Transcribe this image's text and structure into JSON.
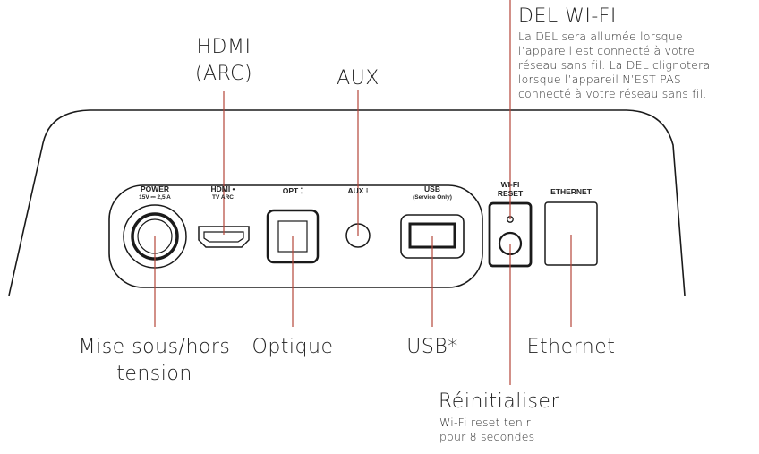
{
  "callouts": {
    "hdmi_arc": "HDMI\n(ARC)",
    "aux": "AUX",
    "led_title": "DEL WI-FI",
    "led_desc": "La DEL sera allumée lorsque\nl’appareil est connecté à votre\nréseau sans fil. La DEL clignotera\nlorsque l’appareil N’EST PAS\nconnecté à votre réseau sans fil.",
    "power": "Mise sous/hors\ntension",
    "optical": "Optique",
    "usb": "USB*",
    "ethernet": "Ethernet",
    "reset_title": "Réinitialiser",
    "reset_desc": "Wi-Fi reset tenir\npour 8 secondes"
  },
  "panel_labels": {
    "power": "POWER",
    "power_rating": "15V ⎓ 2,5 A",
    "hdmi": "HDMI •",
    "hdmi_sub": "TV ARC",
    "opt": "OPT ⁚",
    "aux": "AUX ⁝",
    "usb": "USB",
    "usb_sub": "(Service Only)",
    "wifi": "WI-FI",
    "wifi_sub": "RESET",
    "ethernet": "ETHERNET"
  },
  "colors": {
    "leader_line": "#b5453a",
    "outline": "#1a1a1a",
    "background": "#ffffff"
  }
}
